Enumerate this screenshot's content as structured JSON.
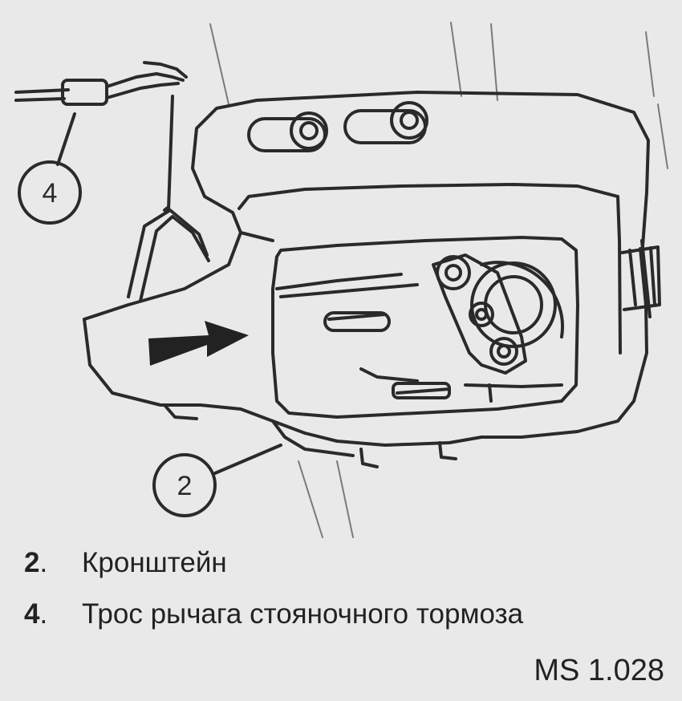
{
  "callouts": [
    {
      "number": "4"
    },
    {
      "number": "2"
    }
  ],
  "legend": [
    {
      "number": "2",
      "text": "Кронштейн"
    },
    {
      "number": "4",
      "text": "Трос рычага стояночного тормоза"
    }
  ],
  "reference_code": "MS 1.028",
  "colors": {
    "background": "#e9e9e9",
    "line": "#2a2a2a",
    "arrow": "#222222"
  }
}
